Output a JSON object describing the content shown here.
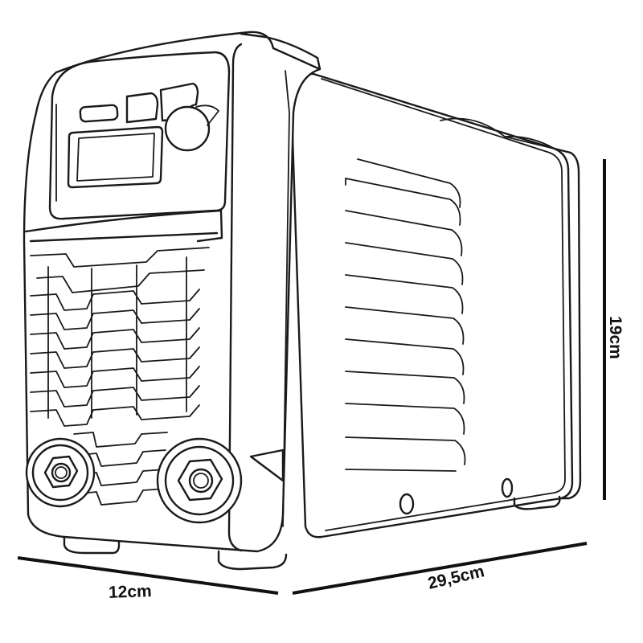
{
  "dimensions": {
    "width": "12cm",
    "length": "29,5cm",
    "height": "19cm"
  },
  "colors": {
    "line": "#1a1a1a",
    "background": "#ffffff"
  }
}
